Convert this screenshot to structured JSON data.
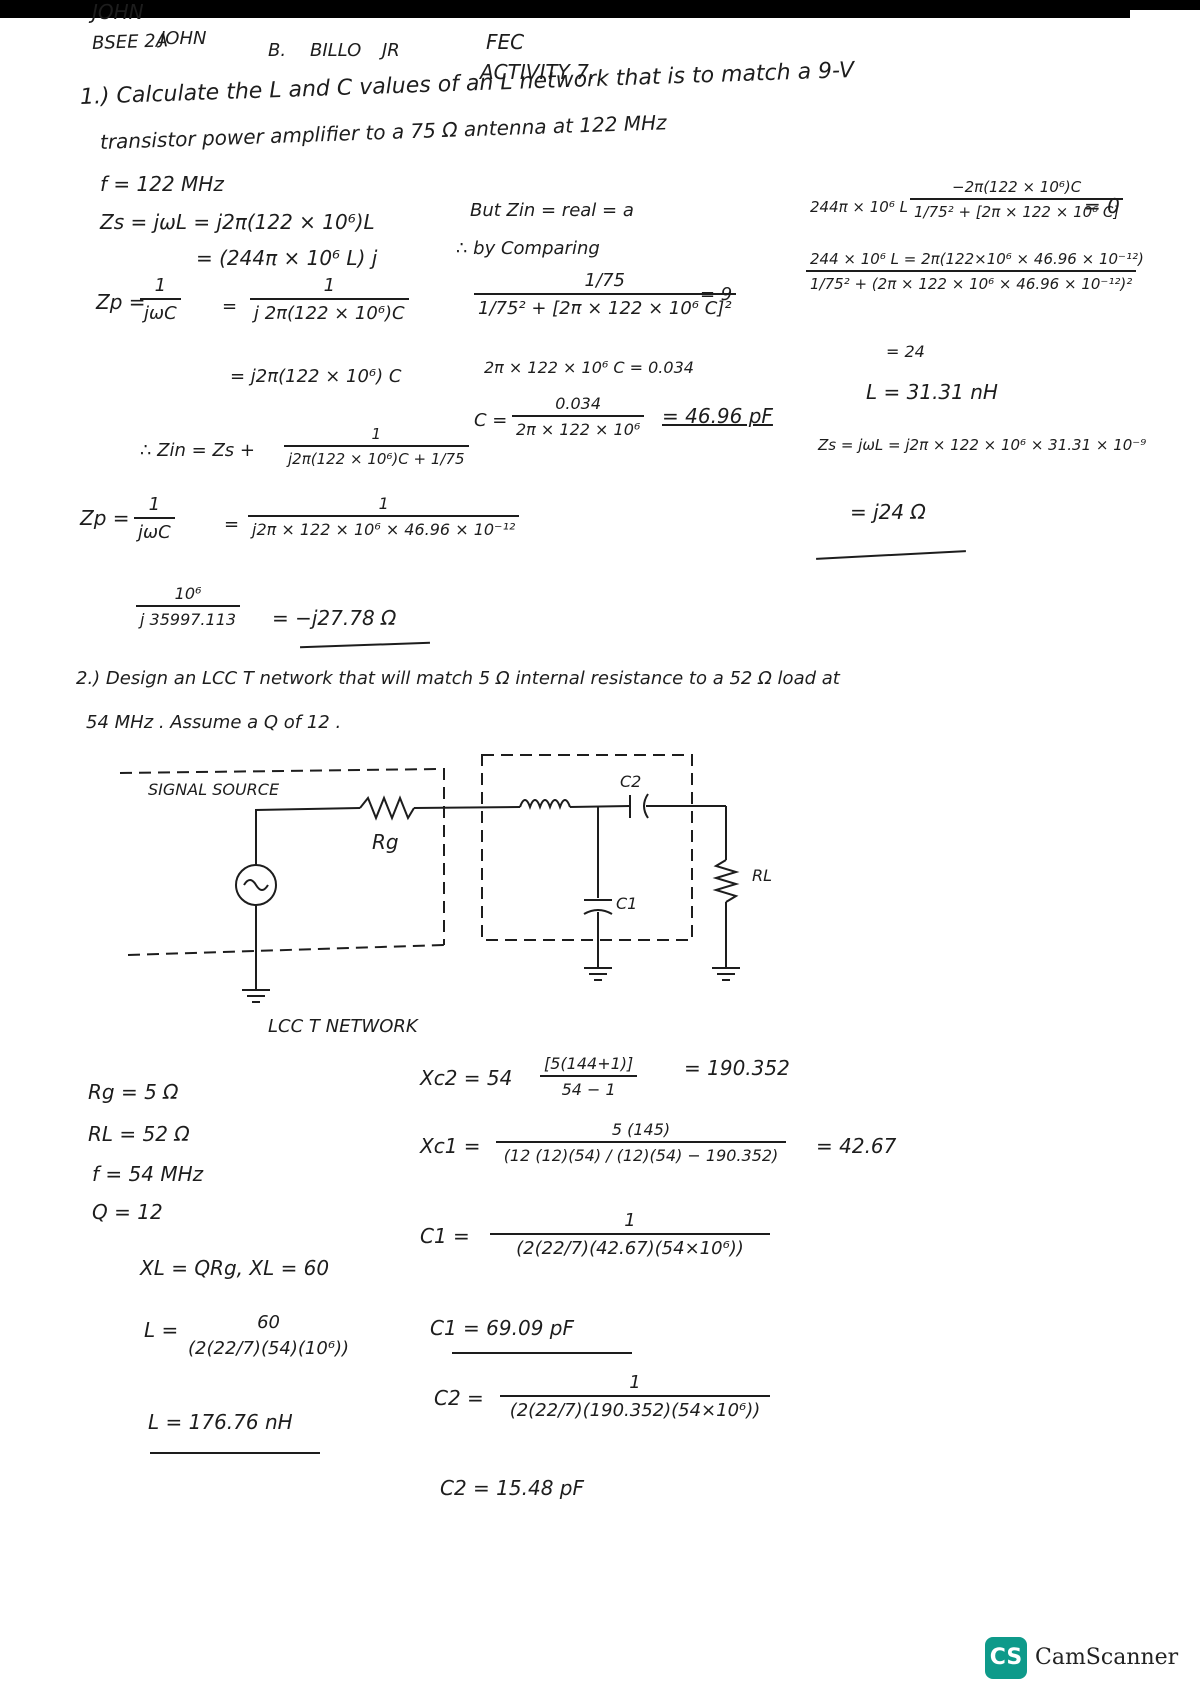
{
  "header": {
    "name_top": "JOHN",
    "name_first": "JOHN",
    "middle_initial": "B.",
    "last_name": "BILLO",
    "suffix": "JR",
    "program": "BSEE 2A",
    "subject": "FEC",
    "activity": "ACTIVITY 7."
  },
  "problem1": {
    "statement_line1": "1.) Calculate the L and C values of an L network that is to match a 9-V",
    "statement_line2": "transistor power amplifier to a 75 Ω antenna at 122 MHz",
    "f": "f = 122 MHz",
    "zs_1": "Zs = jωL = j2π(122 × 10⁶)L",
    "zs_2": "= (244π × 10⁶ L) j",
    "zp_lhs": "Zp =",
    "zp_num": "1",
    "zp_den": "jωC",
    "zp_eq": "=",
    "zp2_num": "1",
    "zp2_den": "j 2π(122 × 10⁶)C",
    "zp3": "= j2π(122 × 10⁶) C",
    "zin_lhs": "∴ Zin = Zs +",
    "zin_num": "1",
    "zin_den": "j2π(122 × 10⁶)C + 1/75",
    "but": "But Zin = real = a",
    "by_comparing": "∴ by Comparing",
    "cmp_num": "1/75",
    "cmp_den": "1/75² + [2π × 122 × 10⁶ C]²",
    "cmp_rhs": "= 9",
    "two_pi_c": "2π × 122 × 10⁶ C = 0.034",
    "c_lhs": "C =",
    "c_num": "0.034",
    "c_den": "2π × 122 × 10⁶",
    "c_result": "= 46.96 pF",
    "r_lhs": "244π × 10⁶ L",
    "r_num": "−2π(122 × 10⁶)C",
    "r_den": "1/75² + [2π × 122 × 10⁶ C]",
    "r_rhs": "= 0",
    "r2": "244 × 10⁶ L = 2π(122×10⁶ × 46.96 × 10⁻¹²)",
    "r2_den": "1/75² + (2π × 122 × 10⁶ × 46.96 × 10⁻¹²)²",
    "r3": "= 24",
    "l_result": "L = 31.31 nH",
    "zs_calc": "Zs = jωL = j2π × 122 × 10⁶ × 31.31 × 10⁻⁹",
    "zs_result": "= j24 Ω",
    "zp_b_lhs": "Zp =",
    "zp_b_num": "1",
    "zp_b_den": "jωC",
    "zp_b_num2": "1",
    "zp_b_den2": "j2π × 122 × 10⁶ × 46.96 × 10⁻¹²",
    "final_num": "10⁶",
    "final_den": "j 35997.113",
    "final_rhs": "= −j27.78 Ω"
  },
  "problem2": {
    "statement_line1": "2.) Design an LCC T network that will match 5 Ω internal resistance to a 52 Ω load at",
    "statement_line2": "54 MHz . Assume a Q of 12 .",
    "signal_source": "SIGNAL SOURCE",
    "rg_label": "Rg",
    "rl_label": "RL",
    "c1_label": "C1",
    "c2_label": "C2",
    "caption": "LCC T NETWORK",
    "given": [
      "Rg = 5 Ω",
      "RL = 52 Ω",
      "f = 54 MHz",
      "Q = 12"
    ],
    "xl": "XL = QRg, XL = 60",
    "l_lhs": "L =",
    "l_num": "60",
    "l_den": "(2(22/7)(54)(10⁶))",
    "l_result": "L = 176.76 nH",
    "xc2_lhs": "Xc2 = 54",
    "xc2_num": "[5(144+1)]",
    "xc2_den": "54 − 1",
    "xc2_rhs": "= 190.352",
    "xc1_lhs": "Xc1 =",
    "xc1_num": "5 (145)",
    "xc1_den": "(12 (12)(54) / (12)(54) − 190.352)",
    "xc1_rhs": "= 42.67",
    "c1_lhs": "C1 =",
    "c1_num": "1",
    "c1_den": "(2(22/7)(42.67)(54×10⁶))",
    "c1_result": "C1 = 69.09 pF",
    "c2_lhs": "C2 =",
    "c2_num": "1",
    "c2_den": "(2(22/7)(190.352)(54×10⁶))",
    "c2_result": "C2 = 15.48 pF"
  },
  "watermark": {
    "logo": "CS",
    "text": "CamScanner",
    "logo_color": "#0e9a8a"
  }
}
